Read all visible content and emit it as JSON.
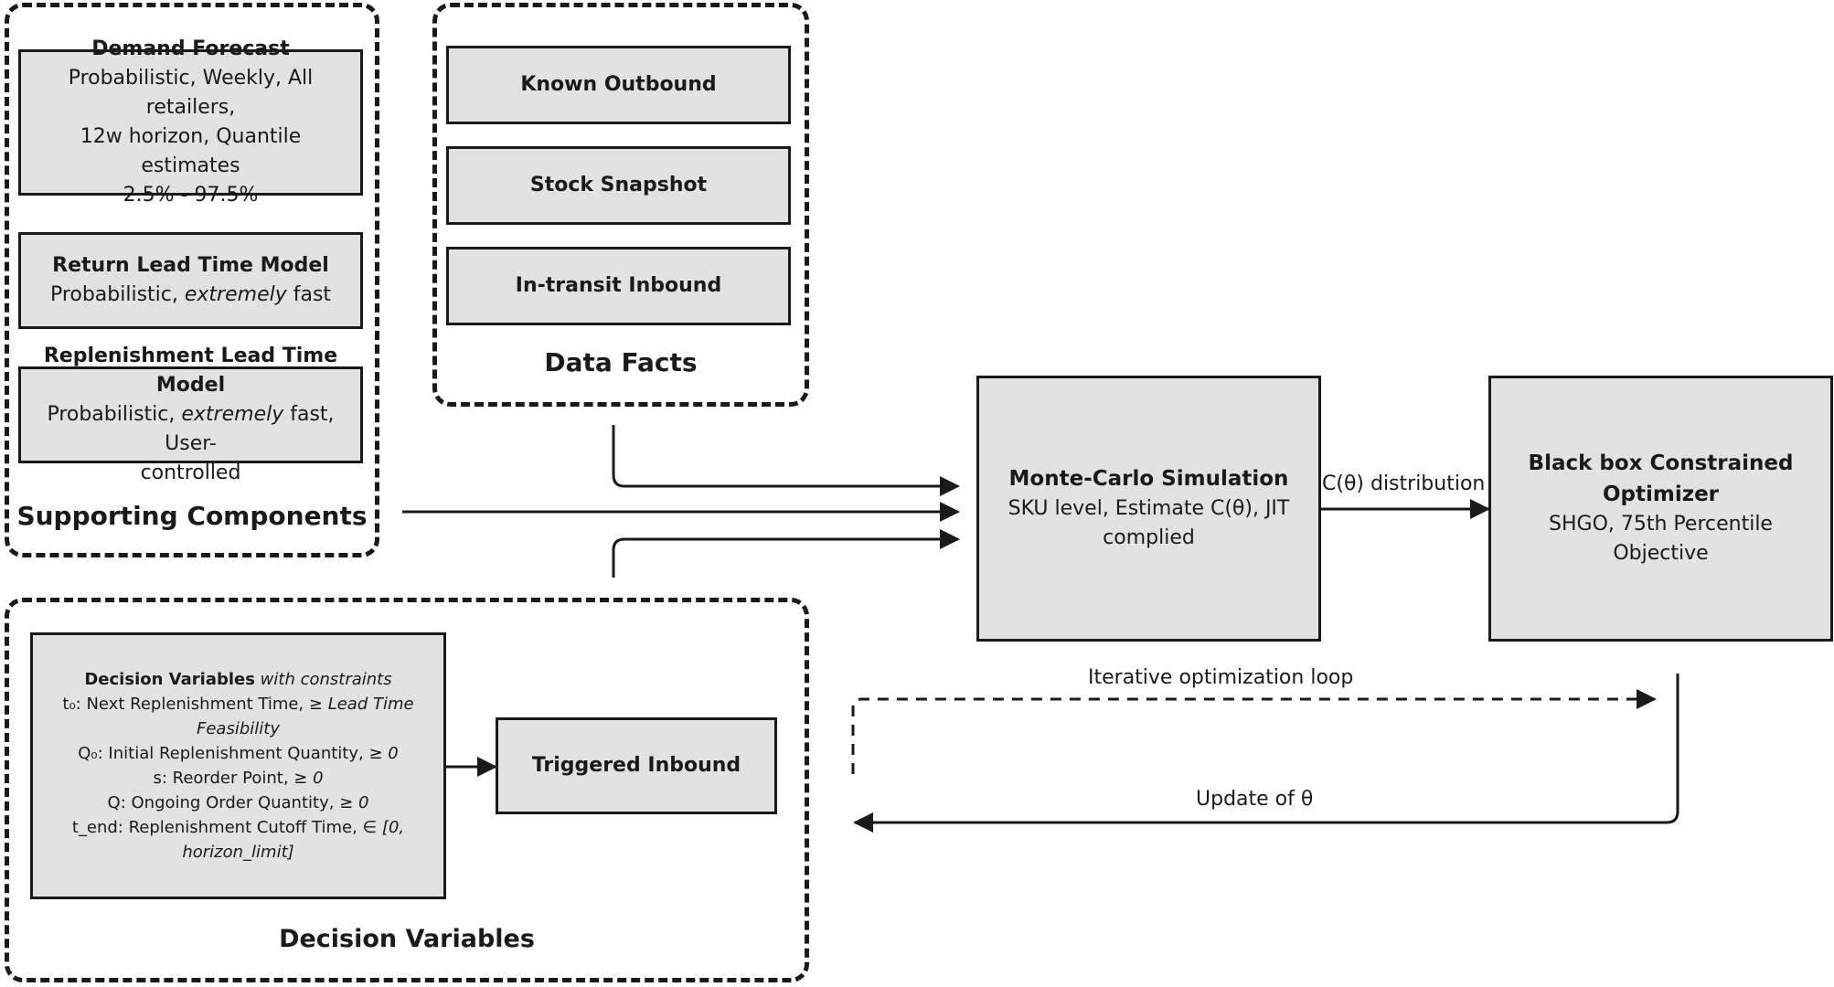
{
  "supporting": {
    "title": "Supporting Components",
    "demand": {
      "title": "Demand Forecast",
      "line1": "Probabilistic, Weekly, All  retailers,",
      "line2": "12w horizon, Quantile estimates",
      "line3": "2.5% - 97.5%"
    },
    "return_lt": {
      "title": "Return Lead Time Model",
      "text_a": "Probabilistic, ",
      "text_em": "extremely",
      "text_b": " fast"
    },
    "replen_lt": {
      "title": "Replenishment Lead Time Model",
      "text_a": "Probabilistic, ",
      "text_em": "extremely",
      "text_b": " fast, User-",
      "line2": "controlled"
    }
  },
  "data_facts": {
    "title": "Data Facts",
    "items": [
      "Known Outbound",
      "Stock Snapshot",
      "In-transit Inbound"
    ]
  },
  "decision": {
    "title": "Decision Variables",
    "box": {
      "title": "Decision Variables",
      "title_em": " with constraints",
      "l1a": "t₀: Next Replenishment Time, ",
      "l1b": "≥ Lead Time",
      "l2": "Feasibility",
      "l3a": "Q₀: Initial Replenishment Quantity, ",
      "l3b": "≥ 0",
      "l4a": "s: Reorder Point, ",
      "l4b": "≥ 0",
      "l5a": "Q: Ongoing Order Quantity, ",
      "l5b": "≥ 0",
      "l6a": "t_end: Replenishment Cutoff Time, ",
      "l6b": "∈ [0,",
      "l7": "horizon_limit]"
    },
    "triggered": "Triggered Inbound"
  },
  "mc": {
    "title": "Monte-Carlo Simulation",
    "line1": "SKU level, Estimate C(θ), JIT",
    "line2": "complied"
  },
  "optimizer": {
    "title1": "Black box Constrained",
    "title2": "Optimizer",
    "line1": "SHGO, 75th Percentile Objective"
  },
  "edges": {
    "distribution": "C(θ) distribution",
    "loop": "Iterative optimization loop",
    "update": "Update of θ"
  }
}
